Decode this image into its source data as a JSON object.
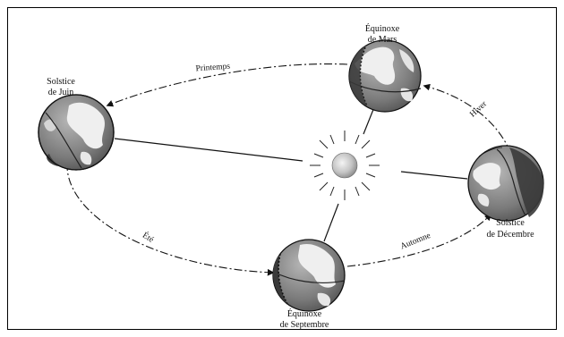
{
  "positions": {
    "juin": {
      "line1": "Solstice",
      "line2": "de Juin"
    },
    "mars": {
      "line1": "Équinoxe",
      "line2": "de Mars"
    },
    "decembre": {
      "line1": "Solstice",
      "line2": "de Décembre"
    },
    "septembre": {
      "line1": "Équinoxe",
      "line2": "de Septembre"
    }
  },
  "seasons": {
    "printemps": "Printemps",
    "hiver": "Hiver",
    "automne": "Automne",
    "ete": "Été"
  },
  "icons": {
    "sun": "sun-icon",
    "earth": "earth-globe-icon",
    "arrow": "arrow-icon"
  },
  "colors": {
    "line": "#111111",
    "ocean": "#8a8a8a",
    "ocean_dark": "#4a4a4a",
    "land": "#f2f2f2",
    "sun_core": "#c8c8c8"
  }
}
